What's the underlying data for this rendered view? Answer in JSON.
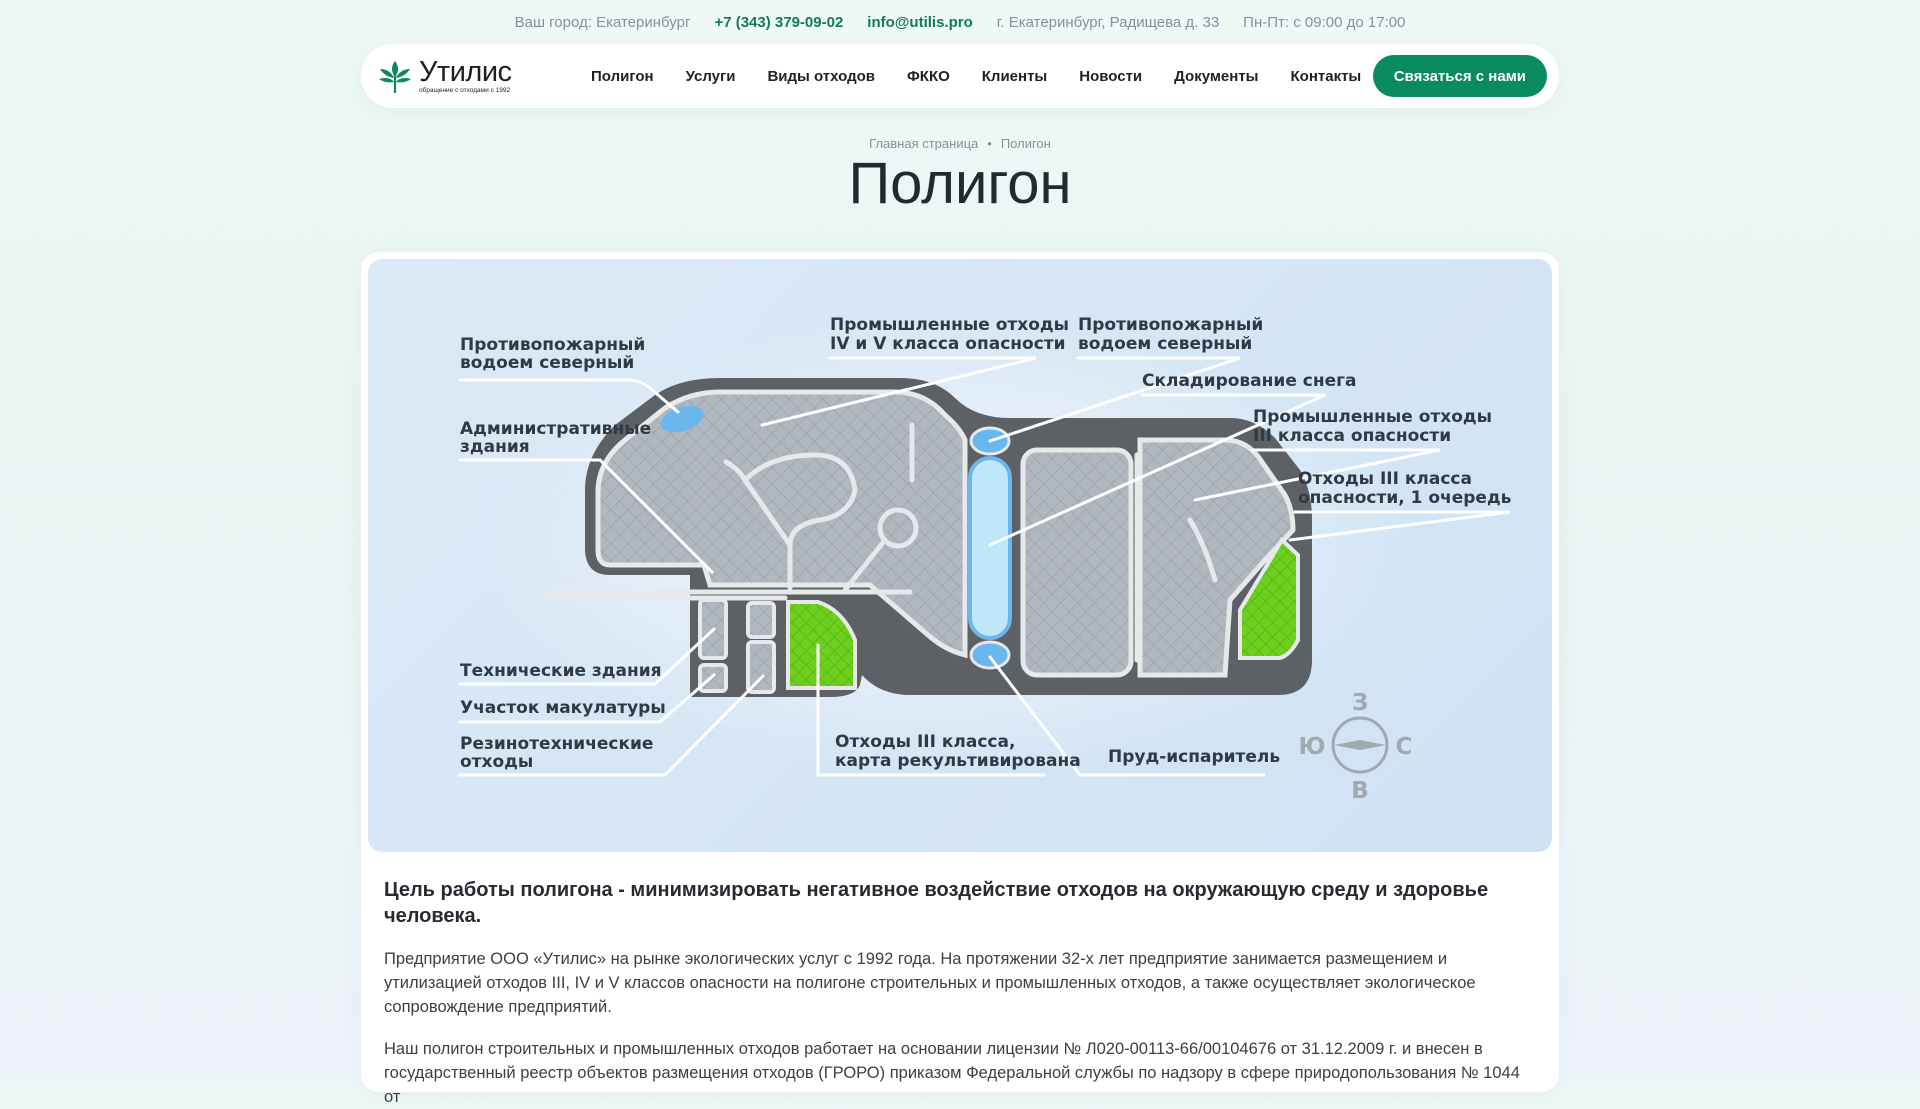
{
  "topbar": {
    "city_label": "Ваш город:",
    "city_value": "Екатеринбург",
    "phone": "+7 (343) 379-09-02",
    "email": "info@utilis.pro",
    "address": "г. Екатеринбург, Радищева д. 33",
    "hours": "Пн-Пт: с 09:00 до 17:00"
  },
  "logo": {
    "brand": "Утилис",
    "tagline": "обращение с отходами с 1992"
  },
  "nav": {
    "items": [
      "Полигон",
      "Услуги",
      "Виды отходов",
      "ФККО",
      "Клиенты",
      "Новости",
      "Документы",
      "Контакты"
    ],
    "cta": "Связаться с нами"
  },
  "breadcrumb": {
    "home": "Главная страница",
    "current": "Полигон"
  },
  "page_title": "Полигон",
  "map": {
    "labels": {
      "fire_north_left_1": "Противопожарный",
      "fire_north_left_2": "водоем северный",
      "admin_1": "Административные",
      "admin_2": "здания",
      "industrial_iv_v_1": "Промышленные отходы",
      "industrial_iv_v_2": "IV и V класса опасности",
      "fire_north_right_1": "Противопожарный",
      "fire_north_right_2": "водоем северный",
      "snow": "Складирование снега",
      "industrial_iii_1": "Промышленные отходы",
      "industrial_iii_2": "III класса опасности",
      "class_iii_first_1": "Отходы III класса",
      "class_iii_first_2": "опасности, 1 очередь",
      "technical": "Технические здания",
      "paper": "Участок макулатуры",
      "rubber_1": "Резинотехнические",
      "rubber_2": "отходы",
      "reclaimed_1": "Отходы III класса,",
      "reclaimed_2": "карта рекультивирована",
      "pond": "Пруд-испаритель"
    },
    "compass": {
      "north": "З",
      "south": "В",
      "west": "Ю",
      "east": "С"
    },
    "colors": {
      "road": "#5d6166",
      "cell": "#b1b7be",
      "green": "#6fcf1f",
      "water": "#6ab6ef",
      "snow": "#bfe7f7"
    }
  },
  "content": {
    "lead": "Цель работы полигона - минимизировать негативное воздействие отходов на окружающую среду и здоровье человека.",
    "p1": "Предприятие ООО «Утилис» на рынке экологических услуг с 1992 года. На протяжении 32-х лет предприятие занимается размещением и утилизацией отходов III, IV и V классов опасности на полигоне строительных и промышленных отходов, а также осуществляет экологическое сопровождение предприятий.",
    "p2": "Наш полигон строительных и промышленных отходов работает на основании лицензии № Л020-00113-66/00104676 от 31.12.2009 г. и внесен в государственный реестр объектов размещения отходов (ГРОРО) приказом Федеральной службы по надзору в сфере природопользования № 1044 от"
  }
}
